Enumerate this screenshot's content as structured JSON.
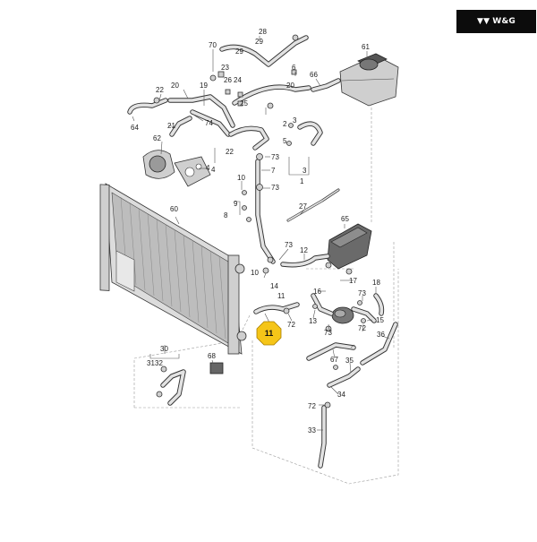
{
  "brand": {
    "logo_glyph": "▼▼",
    "label": "W&G"
  },
  "highlight": {
    "label": "11",
    "color": "#f5c518"
  },
  "callouts": [
    "70",
    "29",
    "28",
    "29",
    "6",
    "61",
    "66",
    "22",
    "20",
    "19",
    "23",
    "26",
    "24",
    "25",
    "20",
    "64",
    "74",
    "2",
    "5",
    "21",
    "3",
    "62",
    "4",
    "22",
    "73",
    "7",
    "73",
    "3",
    "1",
    "60",
    "10",
    "9",
    "8",
    "27",
    "65",
    "73",
    "12",
    "10",
    "18",
    "73",
    "17",
    "16",
    "13",
    "15",
    "72",
    "72",
    "14",
    "36",
    "73",
    "11",
    "67",
    "35",
    "30",
    "31",
    "32",
    "68",
    "34",
    "72",
    "33",
    "4"
  ],
  "colors": {
    "line": "#333333",
    "part_fill": "#cfcfcf",
    "badge_bg": "#0c0c0c"
  }
}
